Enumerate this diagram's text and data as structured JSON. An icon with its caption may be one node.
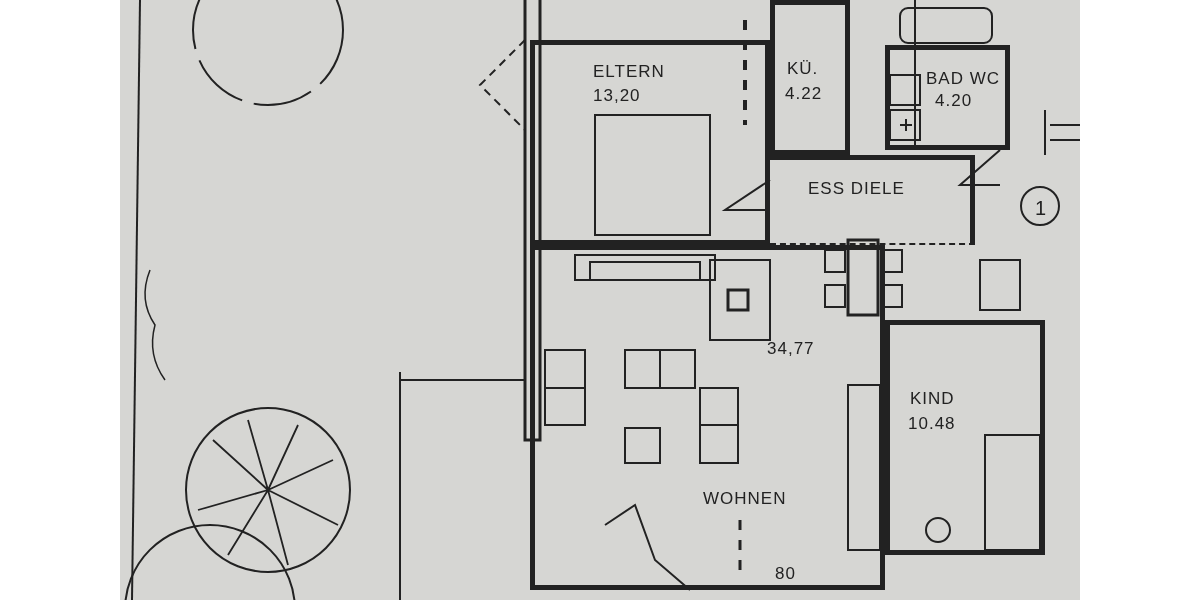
{
  "diagram": {
    "nodes": [
      {
        "text": [
          "ELTERN",
          "13,20"
        ]
      },
      {
        "text": [
          "KÜ.",
          "4.22"
        ]
      },
      {
        "text": [
          "BAD WC",
          "4.20"
        ]
      },
      {
        "text": [
          "ESS DIELE"
        ]
      },
      {
        "text": [
          "34,77",
          "WOHNEN"
        ]
      },
      {
        "text": [
          "KIND",
          "10.48"
        ]
      },
      {
        "text": [
          "1"
        ]
      }
    ],
    "labels": [
      "80"
    ]
  }
}
